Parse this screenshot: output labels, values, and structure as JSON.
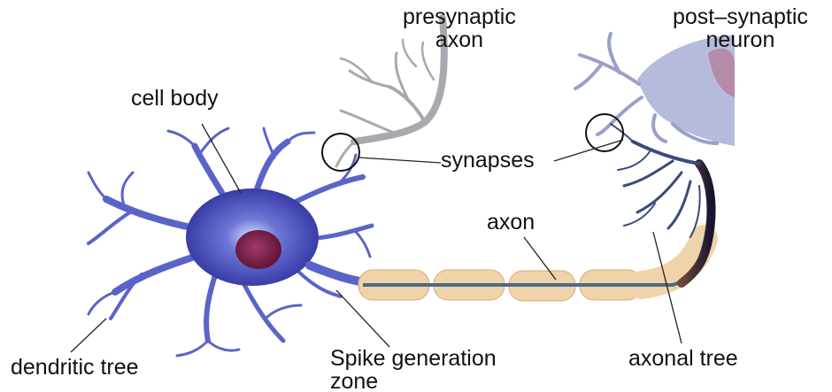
{
  "diagram": {
    "labels": {
      "presynaptic_axon": [
        "presynaptic",
        "axon"
      ],
      "post_synaptic_neuron": [
        "post–synaptic",
        "neuron"
      ],
      "cell_body": "cell body",
      "synapses": "synapses",
      "axon": "axon",
      "dendritic_tree": "dendritic tree",
      "spike_generation_zone": [
        "Spike generation",
        "zone"
      ],
      "axonal_tree": "axonal tree"
    },
    "colors": {
      "soma": "#3a3fb0",
      "soma_light": "#8a90d8",
      "nucleus": "#7a1f4a",
      "dendrite": "#5a64c8",
      "presynaptic": "#a8a8ae",
      "postsynaptic": "#9aa0c8",
      "postsynaptic_accent": "#b56a86",
      "myelin": "#f0d3a8",
      "myelin_edge": "#d9a87a",
      "axon_core": "#4a6a8a",
      "axon_terminal_dark": "#1a1430",
      "leader_line": "#222222"
    }
  }
}
